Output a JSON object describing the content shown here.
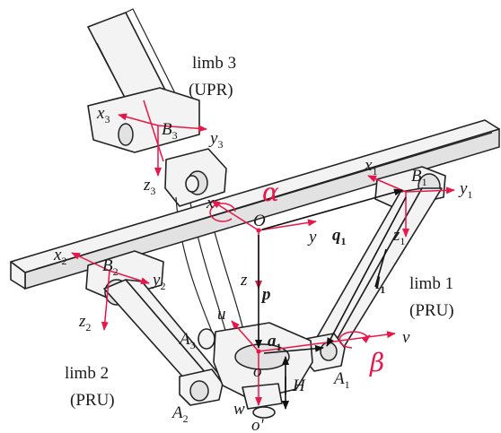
{
  "figure": {
    "limb_labels": {
      "limb3": {
        "name": "limb 3",
        "type": "(UPR)"
      },
      "limb1": {
        "name": "limb 1",
        "type": "(PRU)"
      },
      "limb2": {
        "name": "limb 2",
        "type": "(PRU)"
      }
    },
    "points": {
      "B3": {
        "base": "B",
        "sub": "3"
      },
      "B1": {
        "base": "B",
        "sub": "1"
      },
      "B2": {
        "base": "B",
        "sub": "2"
      },
      "A1": {
        "base": "A",
        "sub": "1"
      },
      "A2": {
        "base": "A",
        "sub": "2"
      },
      "A3": {
        "base": "A",
        "sub": "3"
      },
      "O": "O",
      "o": "o",
      "o_prime": "o'"
    },
    "axes": {
      "x3": {
        "base": "x",
        "sub": "3"
      },
      "y3": {
        "base": "y",
        "sub": "3"
      },
      "z3": {
        "base": "z",
        "sub": "3"
      },
      "x1": {
        "base": "x",
        "sub": "1"
      },
      "y1": {
        "base": "y",
        "sub": "1"
      },
      "z1": {
        "base": "z",
        "sub": "1"
      },
      "x2": {
        "base": "x",
        "sub": "2"
      },
      "y2": {
        "base": "y",
        "sub": "2"
      },
      "z2": {
        "base": "z",
        "sub": "2"
      },
      "x": "x",
      "y": "y",
      "z": "z",
      "u": "u",
      "v": "v",
      "w": "w"
    },
    "vectors": {
      "p": "p",
      "q1": {
        "base": "q",
        "sub": "1"
      },
      "l1": {
        "base": "l",
        "sub": "1"
      },
      "a1": {
        "base": "a",
        "sub": "1"
      }
    },
    "dimension": "H",
    "angles": {
      "alpha": "α",
      "beta": "β"
    },
    "accent_color": "#e8174a"
  }
}
